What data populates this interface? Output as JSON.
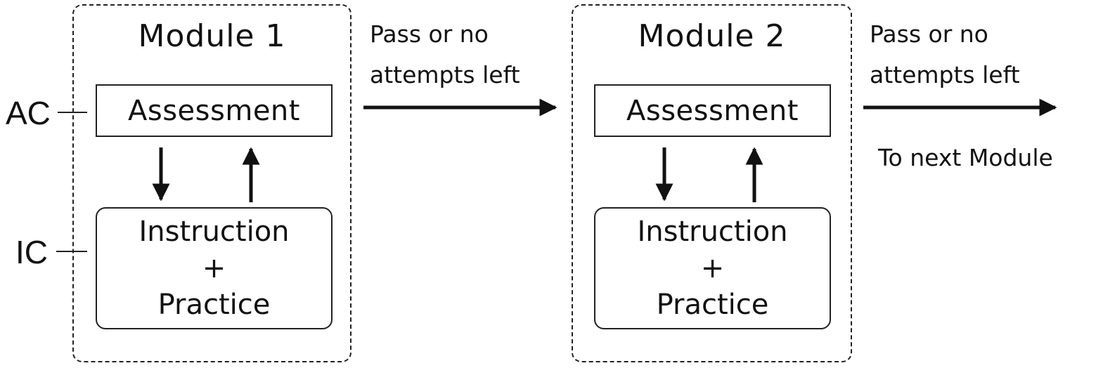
{
  "modules": [
    {
      "title": "Module 1",
      "assessment_label": "Assessment",
      "instruction_lines": [
        "Instruction",
        "+",
        "Practice"
      ]
    },
    {
      "title": "Module 2",
      "assessment_label": "Assessment",
      "instruction_lines": [
        "Instruction",
        "+",
        "Practice"
      ]
    }
  ],
  "side_labels": {
    "assessment_component": "AC",
    "instruction_component": "IC"
  },
  "transitions": [
    {
      "line1": "Pass or no",
      "line2": "attempts left"
    },
    {
      "line1": "Pass or no",
      "line2": "attempts left"
    }
  ],
  "next_module_label": "To next Module"
}
